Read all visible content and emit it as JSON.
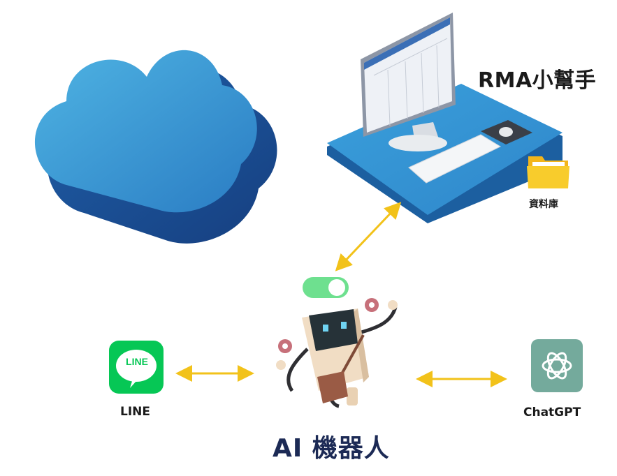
{
  "app": {
    "title": "RMA小幫手",
    "database_label": "資料庫",
    "line_label": "LINE",
    "line_logo_text": "LINE",
    "chatgpt_label": "ChatGPT",
    "robot_label": "AI 機器人"
  },
  "colors": {
    "cloud": "#2f7fc4",
    "desk": "#2e8bd0",
    "arrow": "#f2c21a",
    "line_green": "#06c755",
    "chatgpt_green": "#74aa9c",
    "toggle_green": "#6ee08f",
    "title_navy": "#1c2a55"
  },
  "icons": [
    "cloud-icon",
    "computer-icon",
    "folder-icon",
    "line-icon",
    "chatgpt-icon",
    "robot-icon",
    "toggle-icon"
  ]
}
